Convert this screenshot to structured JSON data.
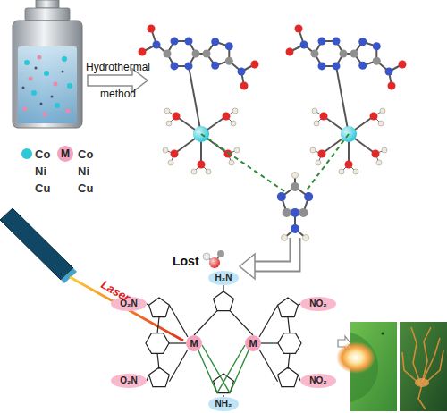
{
  "diagram": {
    "nodes": [
      {
        "text": [
          "M",
          "Co Ni Cu"
        ]
      },
      {
        "text": [
          "H₂N"
        ]
      },
      {
        "text": [
          "O₂N"
        ]
      },
      {
        "text": [
          "NO₂"
        ]
      },
      {
        "text": [
          "M"
        ]
      },
      {
        "text": [
          "M"
        ]
      },
      {
        "text": [
          "O₂N"
        ]
      },
      {
        "text": [
          "NO₂"
        ]
      },
      {
        "text": [
          "NH₂"
        ]
      }
    ],
    "labels": [
      "Hydrothermal method",
      "Lost",
      "Laser"
    ],
    "legend": [
      {
        "text": "Co Ni Cu",
        "color": "#2ec9d9"
      }
    ]
  }
}
